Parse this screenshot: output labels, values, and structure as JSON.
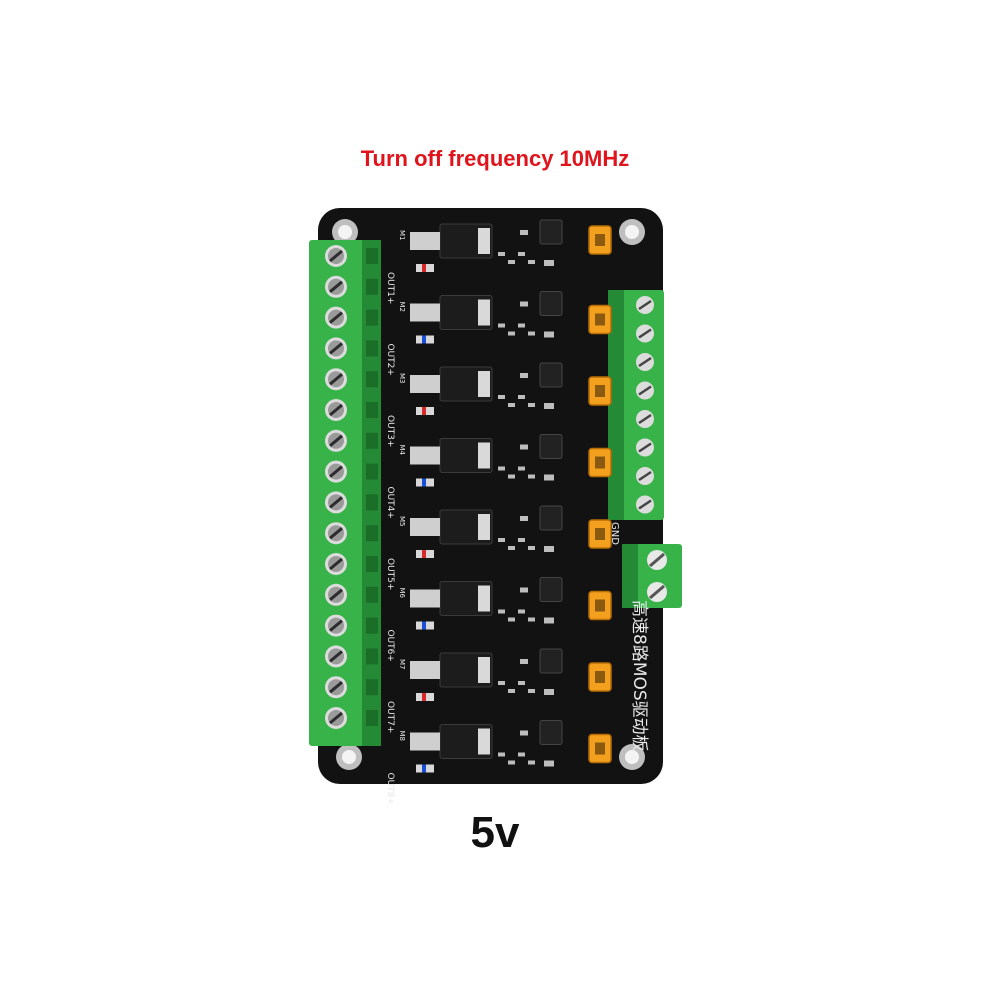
{
  "image": {
    "caption_top": "Turn off frequency 10MHz",
    "caption_bottom": "5v",
    "colors": {
      "pcb": "#111111",
      "terminal_green": "#35b44a",
      "terminal_dark": "#1e7d2e",
      "jumper_orange": "#f2a01e",
      "caption_red": "#e0141c"
    },
    "board": {
      "subject": "8-channel MOSFET driver board",
      "silkscreen_title": "高速8路MOS驱动板",
      "output_labels": [
        "OUT1+",
        "OUT2+",
        "OUT3+",
        "OUT4+",
        "OUT5+",
        "OUT6+",
        "OUT7+",
        "OUT8+"
      ],
      "mosfet_labels": [
        "M1",
        "M2",
        "M3",
        "M4",
        "M5",
        "M6",
        "M7",
        "M8"
      ],
      "gnd_label": "GND"
    }
  }
}
